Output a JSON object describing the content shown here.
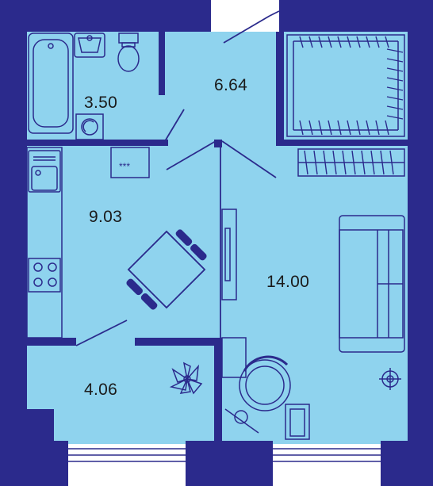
{
  "rooms": [
    {
      "id": "bathroom",
      "area": "3.50"
    },
    {
      "id": "hallway",
      "area": "6.64"
    },
    {
      "id": "kitchen",
      "area": "9.03"
    },
    {
      "id": "living-room",
      "area": "14.00"
    },
    {
      "id": "balcony",
      "area": "4.06"
    }
  ],
  "fixtures": {
    "panel_mark": "***"
  },
  "colors": {
    "wall": "#2b2a8c",
    "floor": "#8fd3ee",
    "line": "#2b2a8c"
  }
}
